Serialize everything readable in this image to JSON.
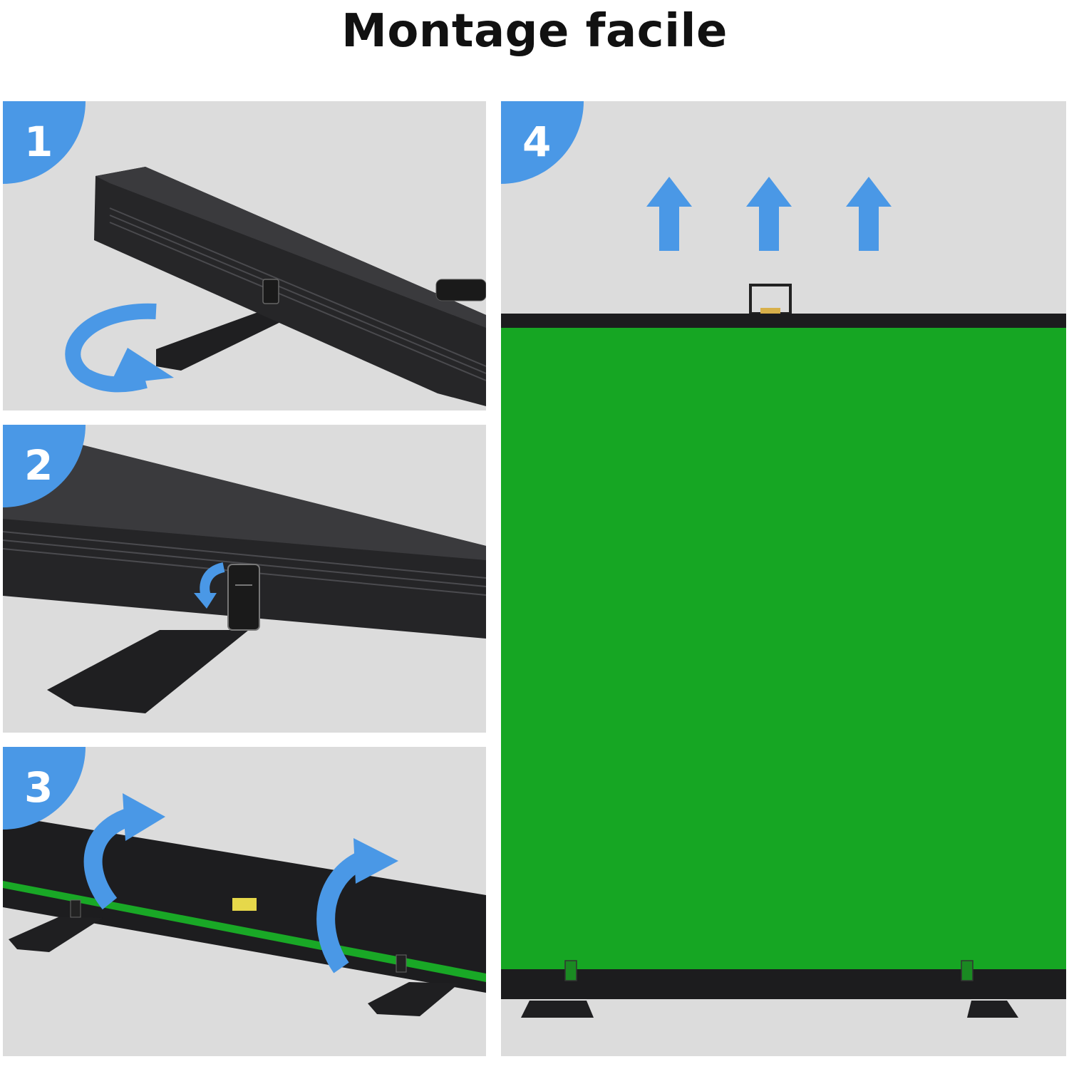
{
  "title": "Montage facile",
  "steps": [
    {
      "number": "1"
    },
    {
      "number": "2"
    },
    {
      "number": "3"
    },
    {
      "number": "4"
    }
  ],
  "colors": {
    "accent_blue": "#4a98e6",
    "screen_green": "#16a623",
    "frame_black": "#1c1c1e",
    "panel_gray": "#dcdcdc"
  }
}
